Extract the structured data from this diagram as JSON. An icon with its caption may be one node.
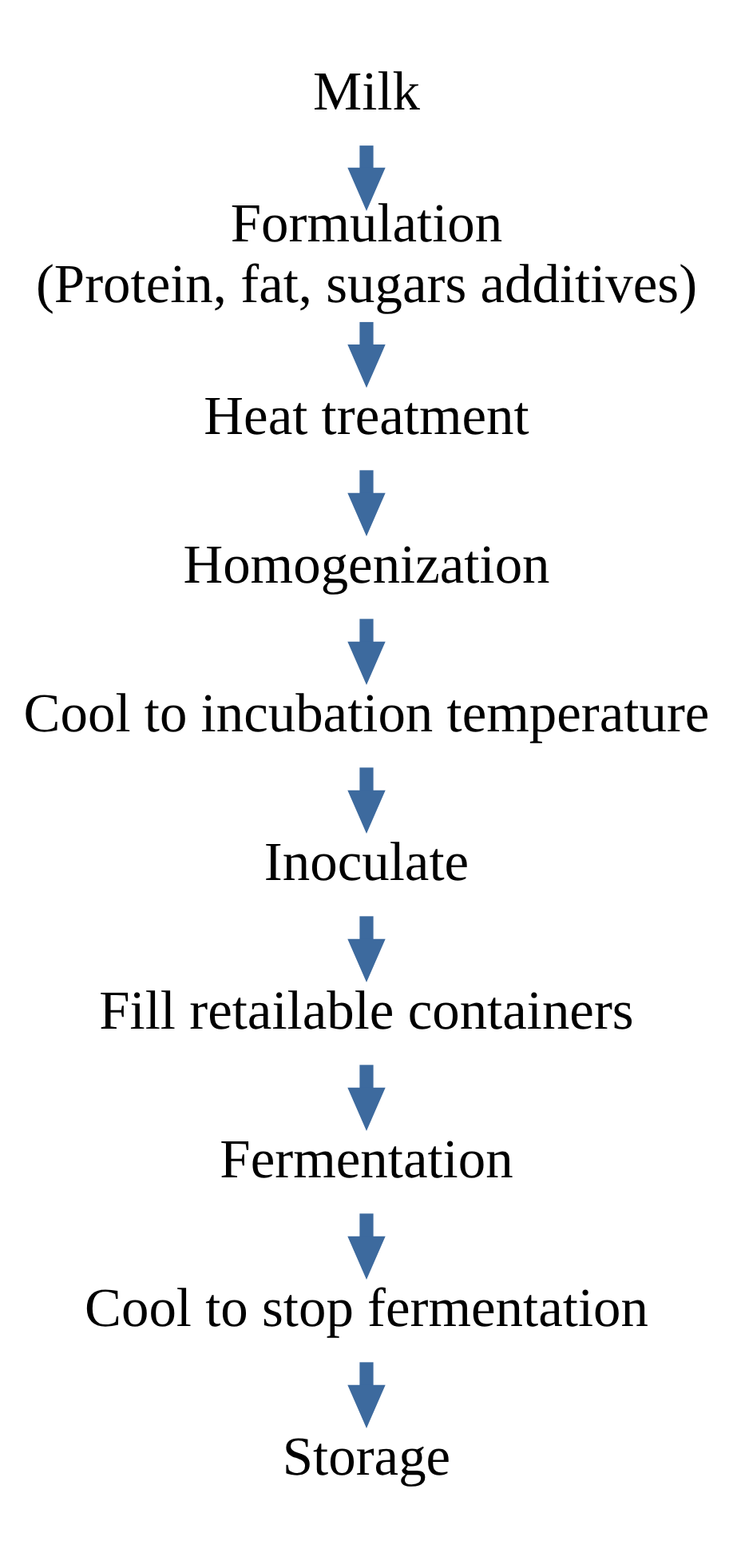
{
  "diagram": {
    "nodes": [
      {
        "text": [
          "Milk"
        ]
      },
      {
        "text": [
          "Formulation",
          "(Protein, fat, sugars additives)"
        ]
      },
      {
        "text": [
          "Heat treatment"
        ]
      },
      {
        "text": [
          "Homogenization"
        ]
      },
      {
        "text": [
          "Cool to incubation temperature"
        ]
      },
      {
        "text": [
          "Inoculate"
        ]
      },
      {
        "text": [
          "Fill retailable containers"
        ]
      },
      {
        "text": [
          "Fermentation"
        ]
      },
      {
        "text": [
          "Cool to stop fermentation"
        ]
      },
      {
        "text": [
          "Storage"
        ]
      }
    ],
    "edges": [
      {
        "from": 0,
        "to": 1,
        "arrow": "to"
      },
      {
        "from": 1,
        "to": 2,
        "arrow": "to"
      },
      {
        "from": 2,
        "to": 3,
        "arrow": "to"
      },
      {
        "from": 3,
        "to": 4,
        "arrow": "to"
      },
      {
        "from": 4,
        "to": 5,
        "arrow": "to"
      },
      {
        "from": 5,
        "to": 6,
        "arrow": "to"
      },
      {
        "from": 6,
        "to": 7,
        "arrow": "to"
      },
      {
        "from": 7,
        "to": 8,
        "arrow": "to"
      },
      {
        "from": 8,
        "to": 9,
        "arrow": "to"
      }
    ]
  }
}
